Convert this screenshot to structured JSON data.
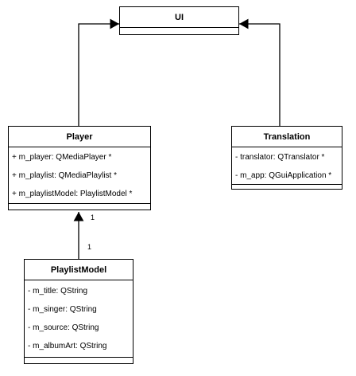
{
  "classes": {
    "ui": {
      "name": "UI",
      "attributes": []
    },
    "player": {
      "name": "Player",
      "attributes": [
        "+ m_player: QMediaPlayer *",
        "+ m_playlist: QMediaPlaylist *",
        "+ m_playlistModel: PlaylistModel *"
      ]
    },
    "translation": {
      "name": "Translation",
      "attributes": [
        "- translator: QTranslator *",
        "- m_app: QGuiApplication *"
      ]
    },
    "playlist_model": {
      "name": "PlaylistModel",
      "attributes": [
        "- m_title: QString",
        "- m_singer: QString",
        "- m_source: QString",
        "- m_albumArt: QString"
      ]
    }
  },
  "relations": [
    {
      "from": "Player",
      "to": "UI",
      "type": "generalization"
    },
    {
      "from": "Translation",
      "to": "UI",
      "type": "generalization"
    },
    {
      "from": "PlaylistModel",
      "to": "Player",
      "type": "association",
      "multiplicity_source": "1",
      "multiplicity_target": "1"
    }
  ]
}
